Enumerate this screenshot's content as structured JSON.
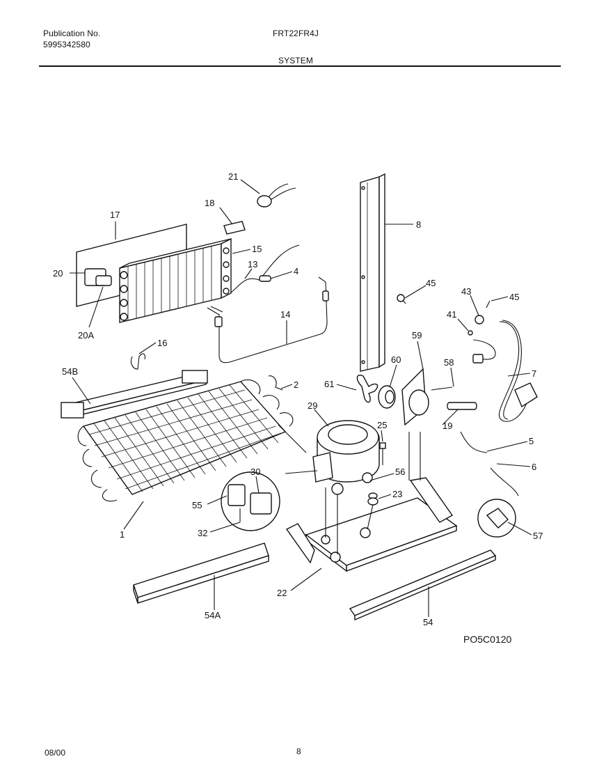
{
  "header": {
    "publication_label": "Publication No.",
    "publication_number": "5995342580",
    "model": "FRT22FR4J",
    "section": "SYSTEM"
  },
  "diagram": {
    "code": "PO5C0120",
    "callouts": [
      "21",
      "18",
      "17",
      "15",
      "13",
      "4",
      "20",
      "20A",
      "14",
      "16",
      "8",
      "45",
      "43",
      "45",
      "41",
      "7",
      "59",
      "60",
      "58",
      "61",
      "19",
      "54B",
      "2",
      "29",
      "25",
      "5",
      "6",
      "1",
      "30",
      "56",
      "23",
      "55",
      "32",
      "57",
      "22",
      "54A",
      "54"
    ]
  },
  "footer": {
    "date": "08/00",
    "page": "8"
  }
}
